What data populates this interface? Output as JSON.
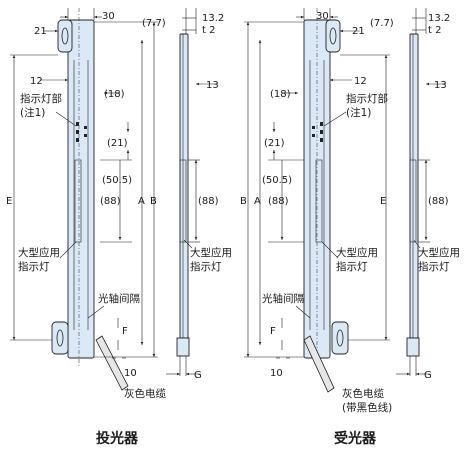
{
  "emitter": {
    "caption": "投光器",
    "dims": {
      "w30": "30",
      "w21": "21",
      "w12": "12",
      "d18": "(18)",
      "d21": "(21)",
      "d50": "(50.5)",
      "d88": "(88)",
      "e": "E",
      "a": "A",
      "b": "B",
      "f": "F",
      "d10": "10"
    },
    "side": {
      "d77": "(7.7)",
      "d132": "13.2",
      "t2": "t 2",
      "d13": "13",
      "d88": "(88)",
      "g": "G"
    },
    "labels": {
      "ind1": "指示灯部",
      "ind2": "(注1)",
      "big1": "大型应用",
      "big2": "指示灯",
      "axis": "光轴间隔",
      "cable": "灰色电缆"
    }
  },
  "receiver": {
    "caption": "受光器",
    "dims": {
      "w30": "30",
      "w21": "21",
      "w12": "12",
      "d18": "(18)",
      "d21": "(21)",
      "d50": "(50.5)",
      "d88": "(88)",
      "e": "E",
      "a": "A",
      "b": "B",
      "f": "F",
      "d10": "10"
    },
    "side": {
      "d77": "(7.7)",
      "d132": "13.2",
      "t2": "t 2",
      "d13": "13",
      "d88": "(88)",
      "g": "G"
    },
    "labels": {
      "ind1": "指示灯部",
      "ind2": "(注1)",
      "big1": "大型应用",
      "big2": "指示灯",
      "axis": "光轴间隔",
      "cable1": "灰色电缆",
      "cable2": "(带黑色线)"
    }
  }
}
